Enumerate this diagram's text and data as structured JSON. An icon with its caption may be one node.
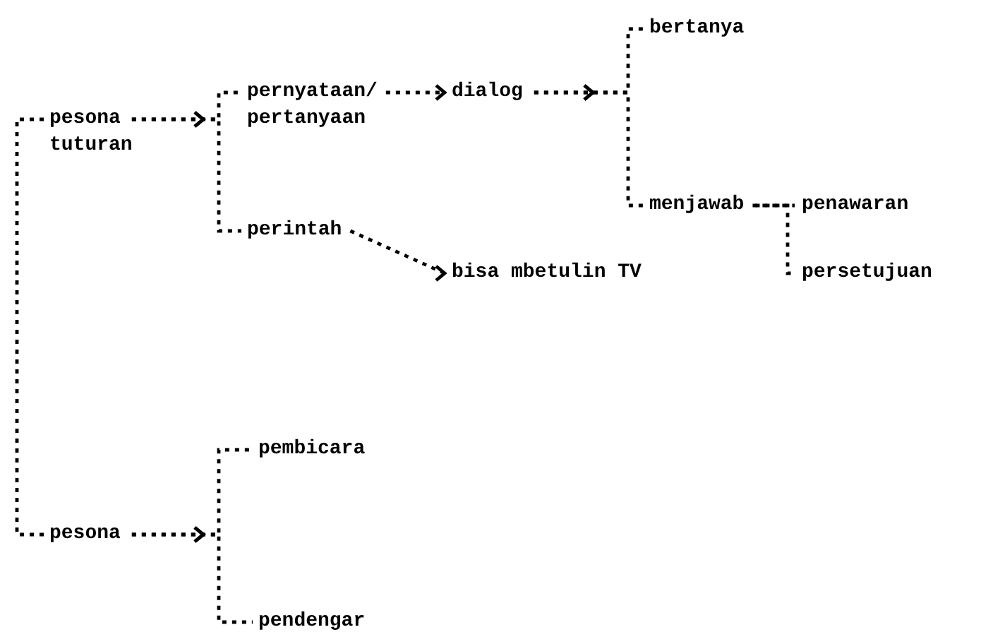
{
  "diagram": {
    "nodes": [
      {
        "text": [
          "pesona tuturan"
        ]
      },
      {
        "text": [
          "pernyataan/ pertanyaan"
        ]
      },
      {
        "text": [
          "perintah"
        ]
      },
      {
        "text": [
          "dialog"
        ]
      },
      {
        "text": [
          "bertanya"
        ]
      },
      {
        "text": [
          "menjawab"
        ]
      },
      {
        "text": [
          "penawaran"
        ]
      },
      {
        "text": [
          "persetujuan"
        ]
      },
      {
        "text": [
          "bisa mbetulin TV"
        ]
      },
      {
        "text": [
          "pesona"
        ]
      },
      {
        "text": [
          "pembicara"
        ]
      },
      {
        "text": [
          "pendengar"
        ]
      }
    ],
    "edges": [
      {
        "from": 0,
        "to": 1,
        "arrow": "to",
        "style": "dashed"
      },
      {
        "from": 0,
        "to": 2,
        "arrow": "to",
        "style": "dashed"
      },
      {
        "from": 0,
        "to": 9,
        "arrow": "none",
        "style": "dashed"
      },
      {
        "from": 1,
        "to": 3,
        "arrow": "to",
        "style": "dashed"
      },
      {
        "from": 3,
        "to": 4,
        "arrow": "to",
        "style": "dashed"
      },
      {
        "from": 3,
        "to": 5,
        "arrow": "to",
        "style": "dashed"
      },
      {
        "from": 5,
        "to": 6,
        "arrow": "none",
        "style": "dashed"
      },
      {
        "from": 5,
        "to": 7,
        "arrow": "none",
        "style": "dashed"
      },
      {
        "from": 2,
        "to": 8,
        "arrow": "to",
        "style": "dashed"
      },
      {
        "from": 9,
        "to": 10,
        "arrow": "to",
        "style": "dashed"
      },
      {
        "from": 9,
        "to": 11,
        "arrow": "to",
        "style": "dashed"
      }
    ]
  }
}
